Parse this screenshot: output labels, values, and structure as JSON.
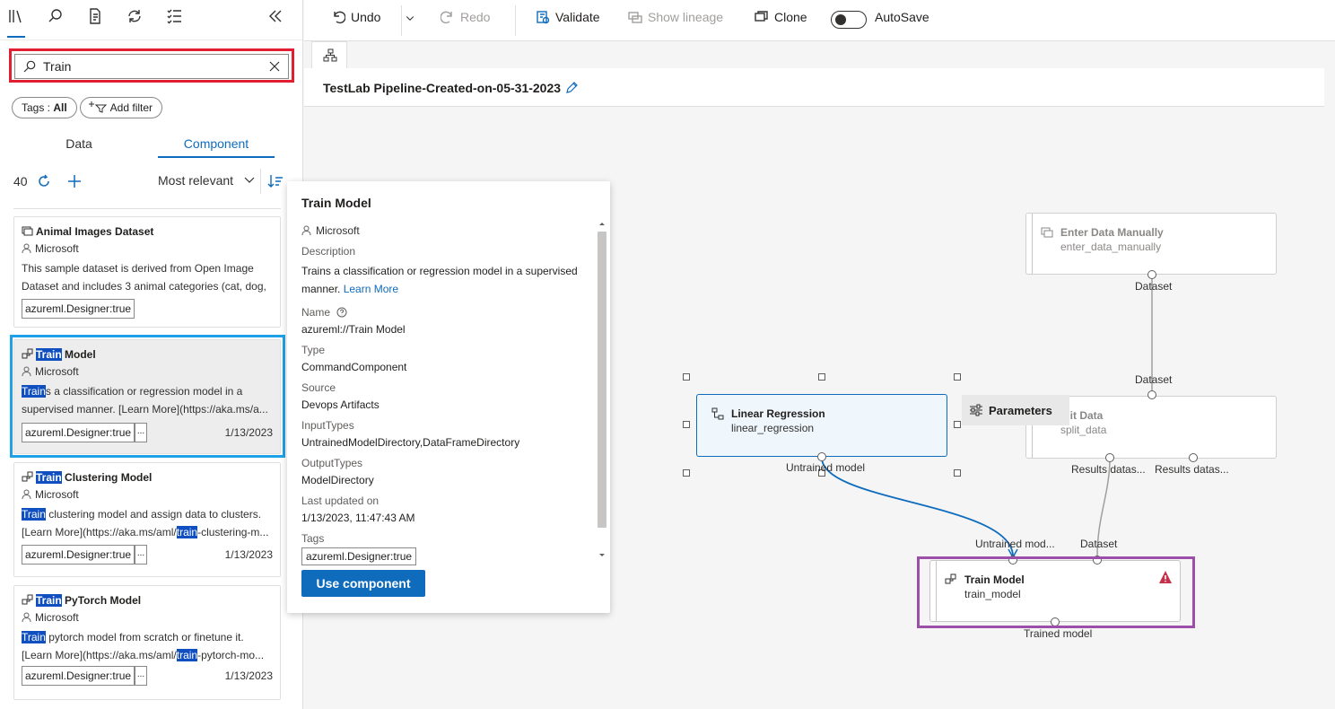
{
  "left_panel": {
    "search": {
      "value": "Train",
      "placeholder": ""
    },
    "filters": {
      "tags_prefix": "Tags : ",
      "tags_value": "All",
      "add_filter": "Add filter"
    },
    "tabs": [
      {
        "label": "Data"
      },
      {
        "label": "Component"
      }
    ],
    "count": "40",
    "sort_label": "Most relevant",
    "cards": [
      {
        "title_rest": "Animal Images Dataset",
        "author": "Microsoft",
        "desc": "This sample dataset is derived from Open Image Dataset and includes 3 animal categories (cat, dog, ...",
        "tag": "azureml.Designer:true"
      },
      {
        "title_hl": "Train",
        "title_rest": " Model",
        "author": "Microsoft",
        "desc_hl": "Train",
        "desc_rest": "s a classification or regression model in a supervised manner. [Learn More](https://aka.ms/a...",
        "tag": "azureml.Designer:true",
        "more": "...",
        "date": "1/13/2023"
      },
      {
        "title_hl": "Train",
        "title_rest": " Clustering Model",
        "author": "Microsoft",
        "desc_hl": "Train",
        "desc_rest": " clustering model and assign data to clusters.",
        "desc2_pre": "[Learn More](https://aka.ms/aml/",
        "desc2_hl": "train",
        "desc2_post": "-clustering-m...",
        "tag": "azureml.Designer:true",
        "more": "...",
        "date": "1/13/2023"
      },
      {
        "title_hl": "Train",
        "title_rest": " PyTorch Model",
        "author": "Microsoft",
        "desc_hl": "Train",
        "desc_rest": " pytorch model from scratch or finetune it.",
        "desc2_pre": "[Learn More](https://aka.ms/aml/",
        "desc2_hl": "train",
        "desc2_post": "-pytorch-mo...",
        "tag": "azureml.Designer:true",
        "more": "...",
        "date": "1/13/2023"
      }
    ]
  },
  "toolbar": {
    "undo": "Undo",
    "redo": "Redo",
    "validate": "Validate",
    "show_lineage": "Show lineage",
    "clone": "Clone",
    "autosave": "AutoSave"
  },
  "pipeline": {
    "title": "TestLab Pipeline-Created-on-05-31-2023"
  },
  "tooltip": {
    "title": "Train Model",
    "author": "Microsoft",
    "description_label": "Description",
    "description": "Trains a classification or regression model in a supervised manner.",
    "learn_more": "Learn More",
    "name_label": "Name",
    "name": "azureml://Train Model",
    "type_label": "Type",
    "type": "CommandComponent",
    "source_label": "Source",
    "source": "Devops Artifacts",
    "input_types_label": "InputTypes",
    "input_types": "UntrainedModelDirectory,DataFrameDirectory",
    "output_types_label": "OutputTypes",
    "output_types": "ModelDirectory",
    "last_updated_label": "Last updated on",
    "last_updated": "1/13/2023, 11:47:43 AM",
    "tags_label": "Tags",
    "tag": "azureml.Designer:true",
    "button": "Use component"
  },
  "graph": {
    "enter_data": {
      "title": "Enter Data Manually",
      "subtitle": "enter_data_manually",
      "out_port": "Dataset"
    },
    "split_data": {
      "title": "Split Data",
      "subtitle": "split_data",
      "in_port": "Dataset",
      "out1": "Results datas...",
      "out2": "Results datas..."
    },
    "split_visible": {
      "title": "plit Data",
      "subtitle": "split_data"
    },
    "linear_regression": {
      "title": "Linear Regression",
      "subtitle": "linear_regression",
      "out_port": "Untrained model"
    },
    "train_model": {
      "title": "Train Model",
      "subtitle": "train_model",
      "in1": "Untrained mod...",
      "in2": "Dataset",
      "out_port": "Trained model"
    },
    "parameters": "Parameters"
  }
}
